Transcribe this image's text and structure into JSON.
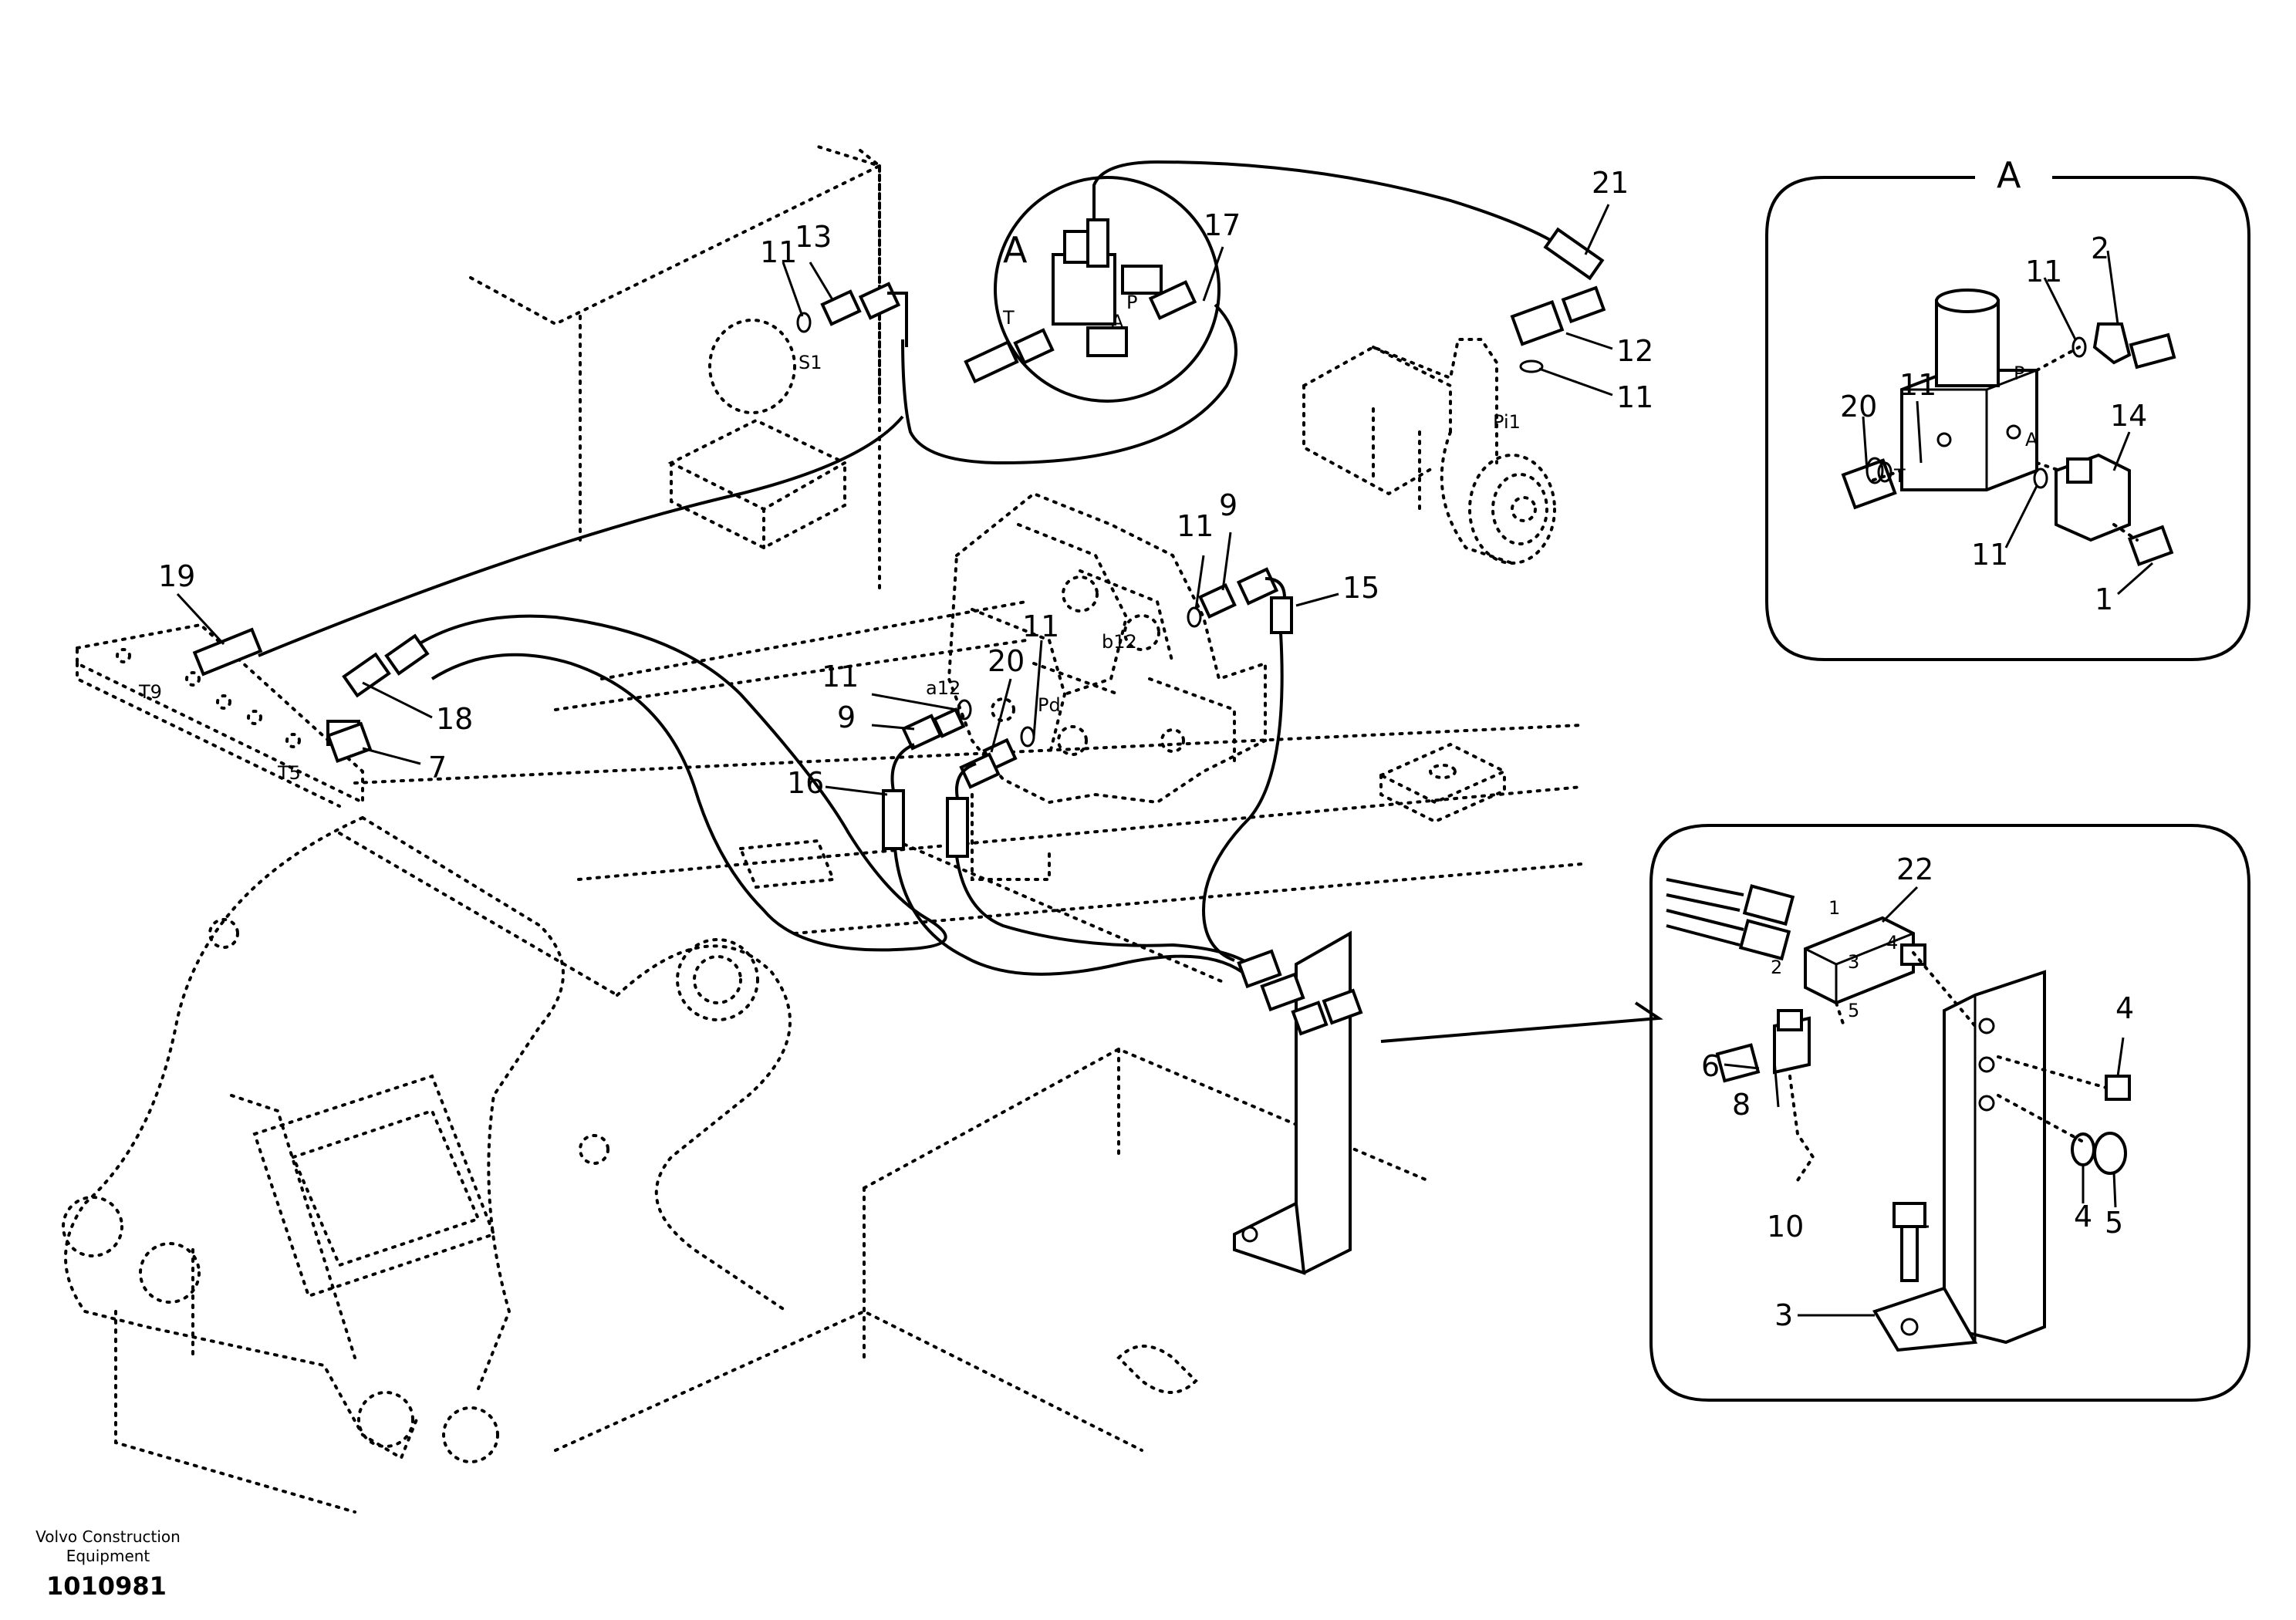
{
  "footer": {
    "company_line1": "Volvo Construction",
    "company_line2": "Equipment",
    "drawing_number": "1010981"
  },
  "callouts": {
    "n1": "1",
    "n2": "2",
    "n3": "3",
    "n4": "4",
    "n5": "5",
    "n6": "6",
    "n7": "7",
    "n8": "8",
    "n9": "9",
    "n10": "10",
    "n11": "11",
    "n12": "12",
    "n13": "13",
    "n14": "14",
    "n15": "15",
    "n16": "16",
    "n17": "17",
    "n18": "18",
    "n19": "19",
    "n20": "20",
    "n21": "21",
    "n22": "22"
  },
  "ports": {
    "s1": "S1",
    "t": "T",
    "p": "P",
    "a": "A",
    "pi1": "Pi1",
    "b12": "b12",
    "a12": "a12",
    "pd": "Pd",
    "t9": "T9",
    "t5": "T5",
    "m1": "1",
    "m2": "2",
    "m3": "3",
    "m4": "4",
    "m5": "5"
  },
  "detail_label": "A"
}
